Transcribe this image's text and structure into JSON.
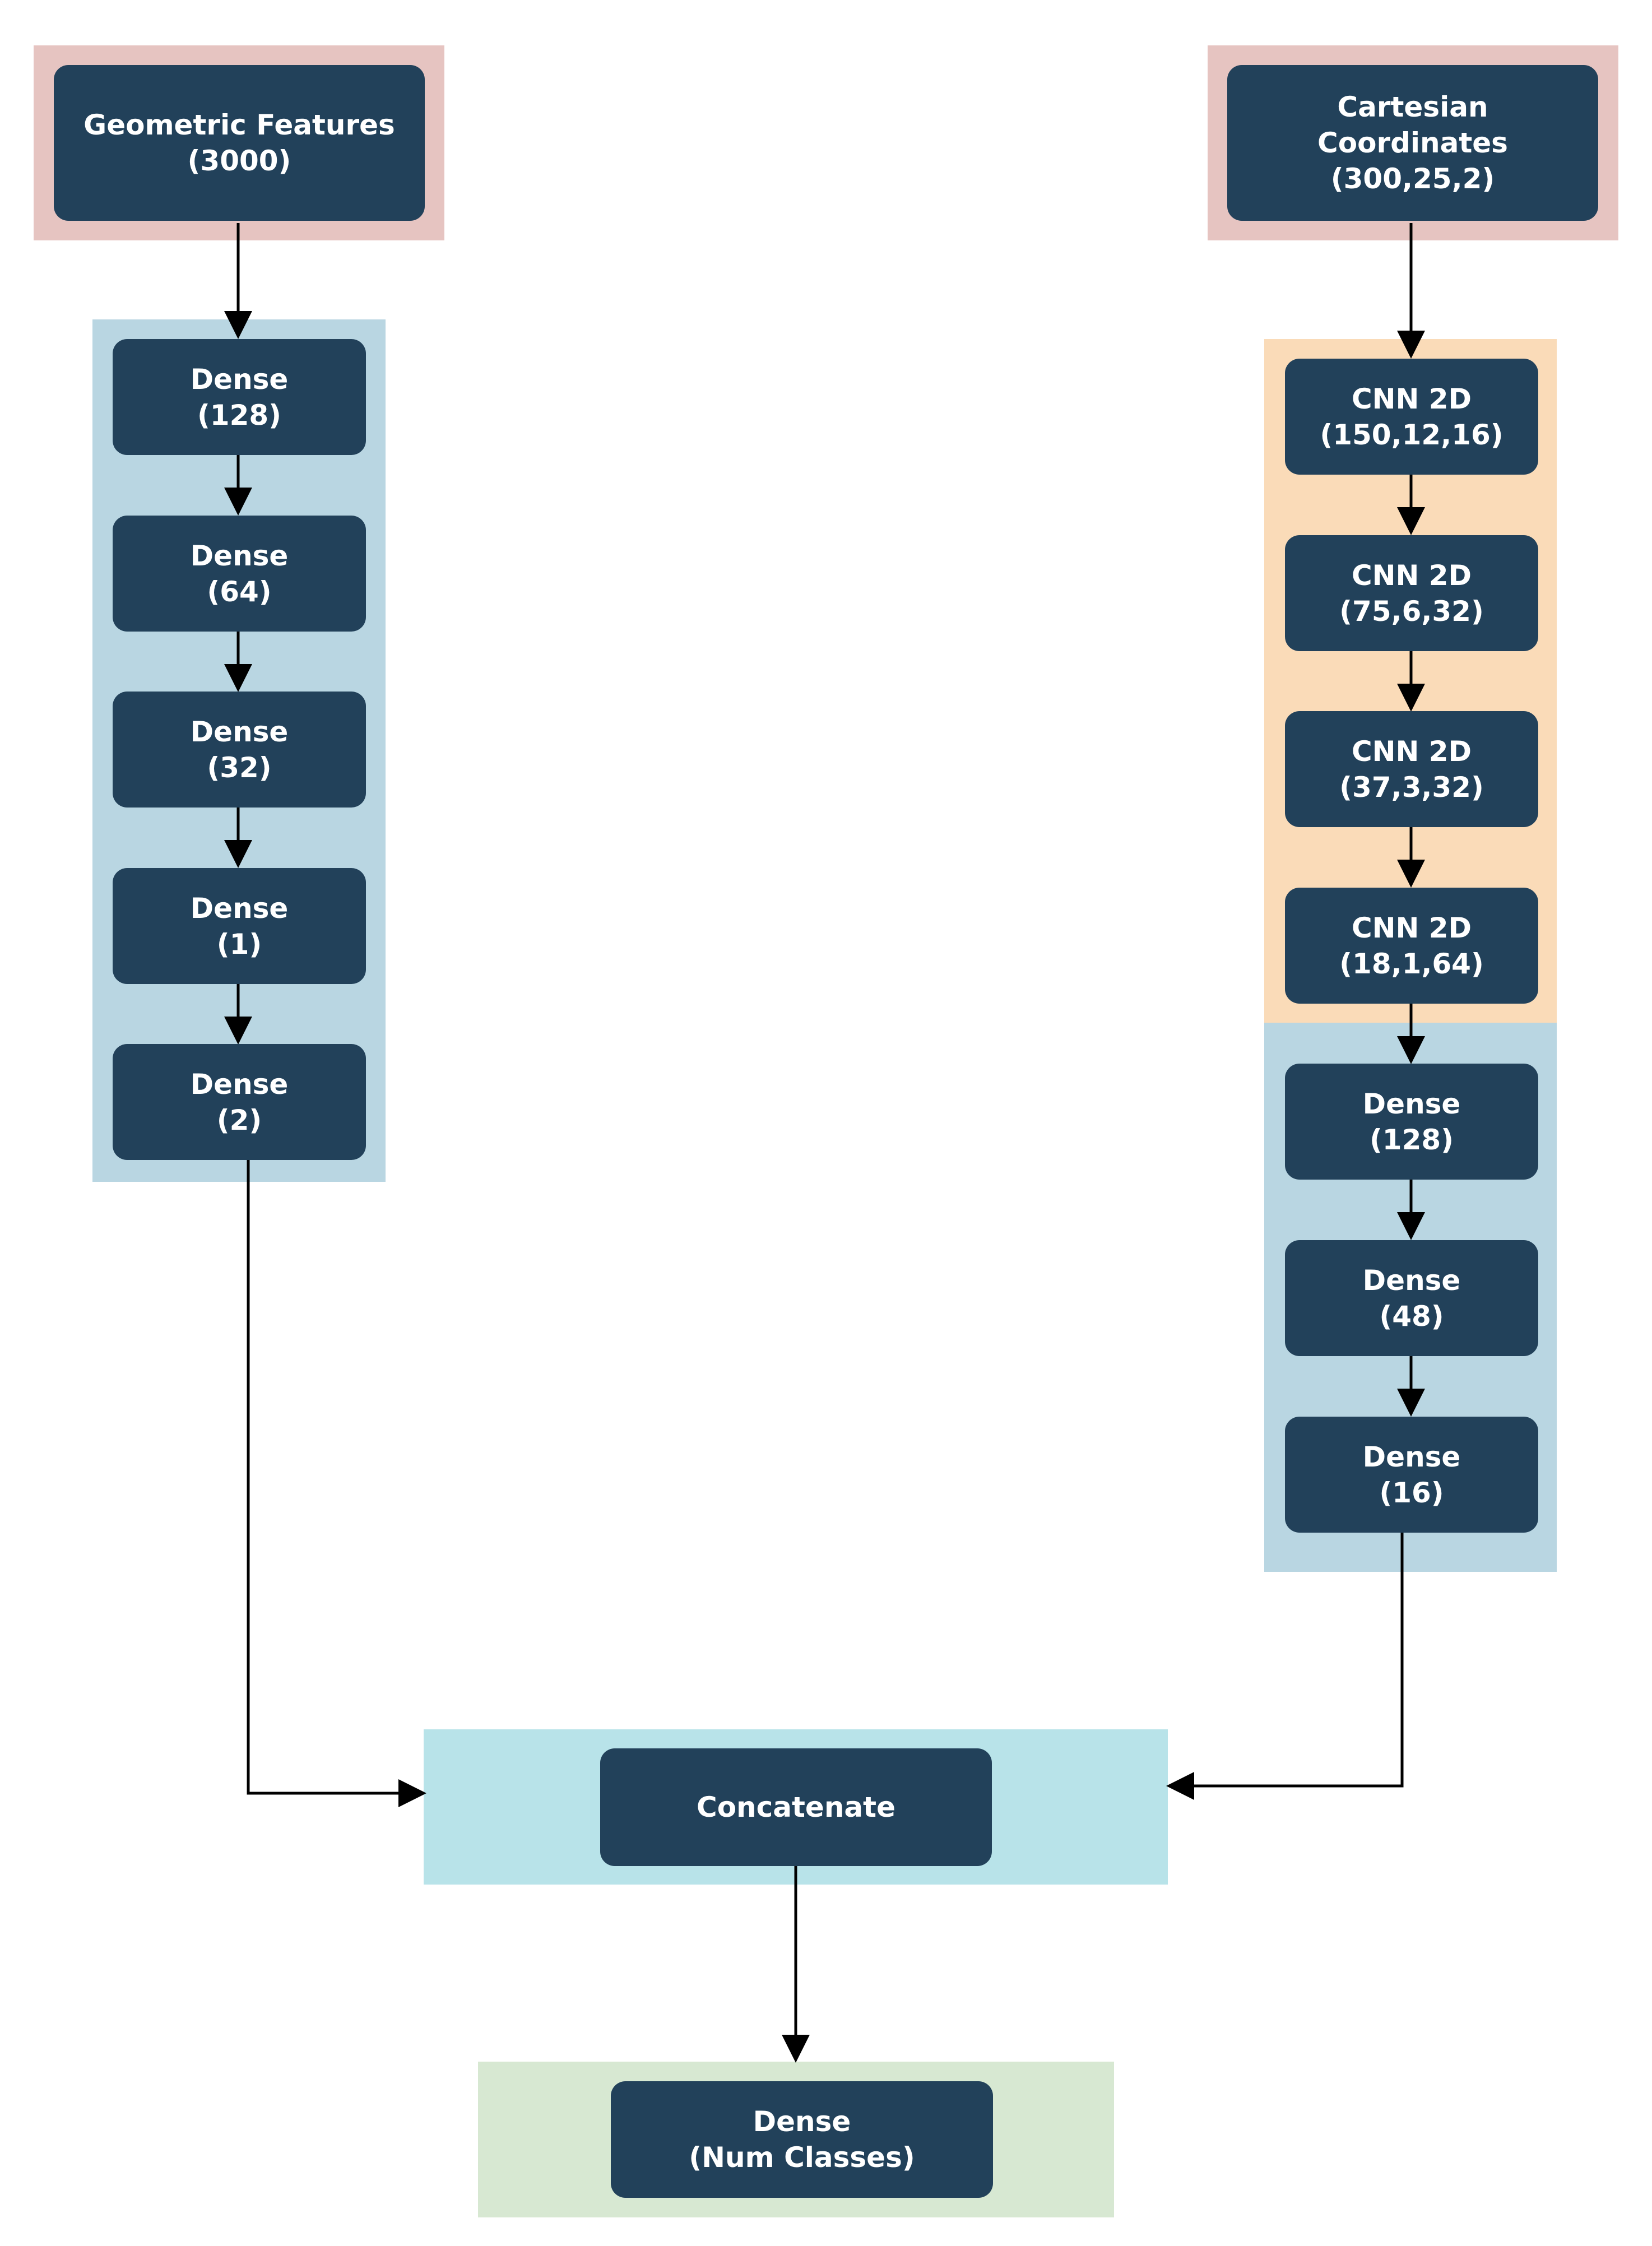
{
  "colors": {
    "node_fill": "#22415a",
    "node_text": "#ffffff",
    "input_group": "#e6c4c1",
    "dense_group": "#b9d6e2",
    "cnn_group": "#fadbb8",
    "concat_group": "#b8e3e9",
    "output_group": "#d7e8d2",
    "arrow": "#000000"
  },
  "left_branch": {
    "input": "Geometric Features\n(3000)",
    "dense_layers": [
      "Dense\n(128)",
      "Dense\n(64)",
      "Dense\n(32)",
      "Dense\n(1)",
      "Dense\n(2)"
    ]
  },
  "right_branch": {
    "input": "Cartesian\nCoordinates\n(300,25,2)",
    "cnn_layers": [
      "CNN 2D\n(150,12,16)",
      "CNN 2D\n(75,6,32)",
      "CNN 2D\n(37,3,32)",
      "CNN 2D\n(18,1,64)"
    ],
    "dense_layers": [
      "Dense\n(128)",
      "Dense\n(48)",
      "Dense\n(16)"
    ]
  },
  "merge": {
    "concatenate": "Concatenate",
    "output": "Dense\n(Num Classes)"
  }
}
